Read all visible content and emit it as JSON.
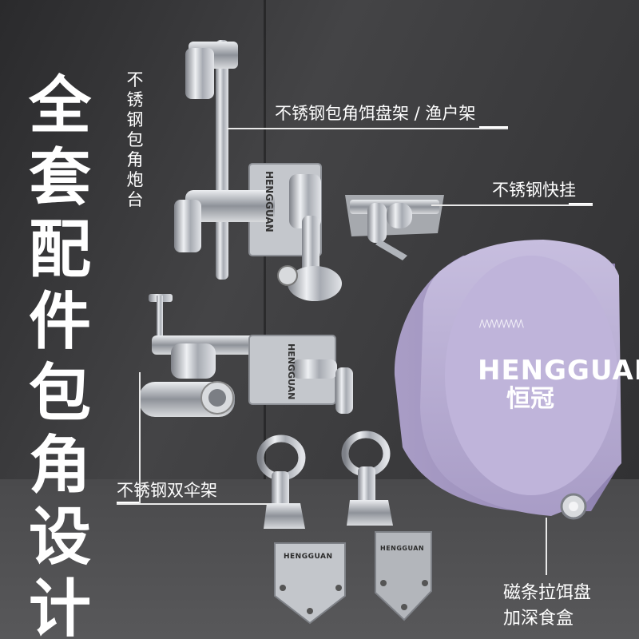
{
  "headline": "全套配件包角设计",
  "labels": {
    "tiller_holder": "不锈钢包角炮台",
    "bait_tray_rack": "不锈钢包角饵盘架 / 渔户架",
    "quick_hook": "不锈钢快挂",
    "umbrella_rack": "不锈钢双伞架",
    "bait_box_line1": "磁条拉饵盘",
    "bait_box_line2": "加深食盒"
  },
  "brand": {
    "name": "HENGGUAN",
    "name_cn": "恒冠",
    "mark": "/\\/\\/\\/\\/\\/\\/\\/\\/\\"
  },
  "colors": {
    "background": "#3a3a3c",
    "text": "#ffffff",
    "bait_box": "#bdb2d6",
    "steel": "#c9ccd1"
  }
}
